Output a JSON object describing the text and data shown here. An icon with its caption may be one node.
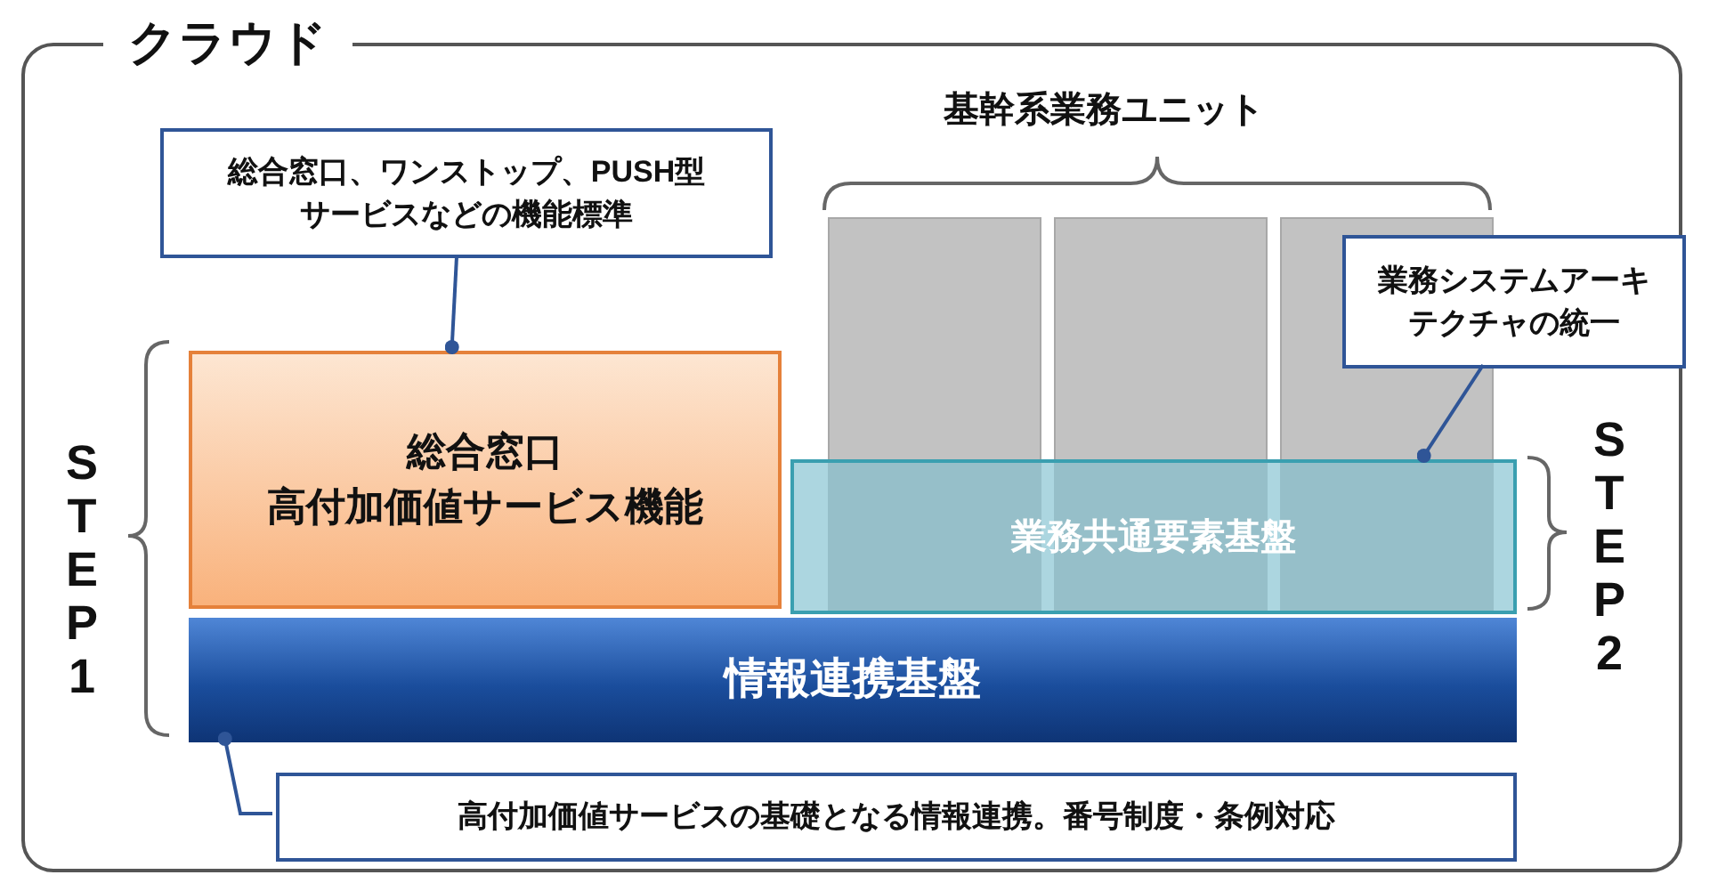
{
  "diagram": {
    "nodes": [
      {
        "text": [
          "クラウド"
        ]
      },
      {
        "text": [
          "総合窓口、ワンストップ、PUSH型サービスなどの機能標準"
        ],
        "in": 0
      },
      {
        "text": [
          "総合窓口高付加価値サービス機能"
        ],
        "in": 0
      },
      {
        "text": [],
        "shape": "box",
        "in": 0
      },
      {
        "text": [],
        "shape": "box",
        "in": 0
      },
      {
        "text": [],
        "shape": "box",
        "in": 0
      },
      {
        "text": [
          "業務システムアーキテクチャの統一"
        ],
        "in": 0
      },
      {
        "text": [
          "業務共通要素基盤"
        ],
        "in": 0
      },
      {
        "text": [
          "情報連携基盤"
        ],
        "in": 0
      },
      {
        "text": [
          "高付加価値サービスの基礎となる情報連携。番号制度・条例対応"
        ],
        "in": 0
      }
    ],
    "edges": [
      {
        "from": 1,
        "to": 2,
        "arrow": "other"
      },
      {
        "from": 6,
        "to": 7,
        "arrow": "other"
      },
      {
        "from": 9,
        "to": 8,
        "arrow": "other"
      }
    ],
    "labels": [
      "基幹系業務ユニット",
      "STEP1",
      "STEP2"
    ]
  }
}
